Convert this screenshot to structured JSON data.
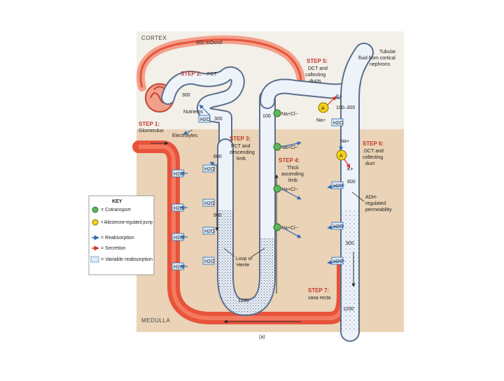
{
  "zones": {
    "cortex": "CORTEX",
    "medulla": "MEDULLA"
  },
  "osm_top": "300 mOsm/l",
  "steps": {
    "s1": {
      "title": "STEP 1:",
      "sub": "Glomerulus"
    },
    "s2": {
      "title": "STEP 2:",
      "sub": "PCT"
    },
    "s3": {
      "title": "STEP 3:",
      "lines": [
        "PCT and",
        "descending",
        "limb"
      ]
    },
    "s4": {
      "title": "STEP 4:",
      "lines": [
        "Thick",
        "ascending",
        "limb"
      ]
    },
    "s5": {
      "title": "STEP 5:",
      "lines": [
        "DCT and",
        "collecting",
        "ducts"
      ]
    },
    "s6": {
      "title": "STEP 6:",
      "lines": [
        "DCT and",
        "collecting",
        "duct"
      ]
    },
    "s7": {
      "title": "STEP 7:",
      "sub": "vasa recta"
    }
  },
  "labels": {
    "nutrients": "Nutrients",
    "electrolytes": "Electrolytes",
    "tubular_fluid": [
      "Tubular",
      "fluid from cortical",
      "nephrons"
    ],
    "loop": [
      "Loop of",
      "Henle"
    ],
    "adh": [
      "ADH-",
      "regulated",
      "permeability"
    ],
    "figure": "(a)"
  },
  "osm": {
    "pct": "300",
    "pct2": "300",
    "desc": "600",
    "desc2": "900",
    "asc": "100",
    "dct": "100–300",
    "cd1": "600",
    "cd2": "900",
    "bottom": "1200",
    "cd_bottom": "1200"
  },
  "ions": {
    "h2o": "H2O",
    "nacl": "Na+Cl−",
    "na": "Na+",
    "k": "K+",
    "adh_pump": "A"
  },
  "key": {
    "title": "KEY",
    "items": [
      {
        "label": "= Cotransport",
        "symbol": "green-circle-icon"
      },
      {
        "label": "= Aldosterone-regulated pump",
        "symbol": "aldosterone-pump-icon"
      },
      {
        "label": "= Reabsorption",
        "symbol": "blue-arrow-icon"
      },
      {
        "label": "= Secretion",
        "symbol": "red-arrow-icon"
      },
      {
        "label": "= Variable reabsorption",
        "symbol": "variable-reabsorption-icon"
      }
    ]
  },
  "colors": {
    "cortex_bg": "#f3efe9",
    "medulla_bg": "#ead3b6",
    "vessel": "#e8533c",
    "vessel_light": "#f2a08a",
    "tubule": "#eef3fa",
    "tubule_edge": "#5a6f8c",
    "cotransport": "#5cb85c",
    "pump": "#f5d11a",
    "reabsorb": "#2f6bb5",
    "secrete": "#d9302a"
  }
}
